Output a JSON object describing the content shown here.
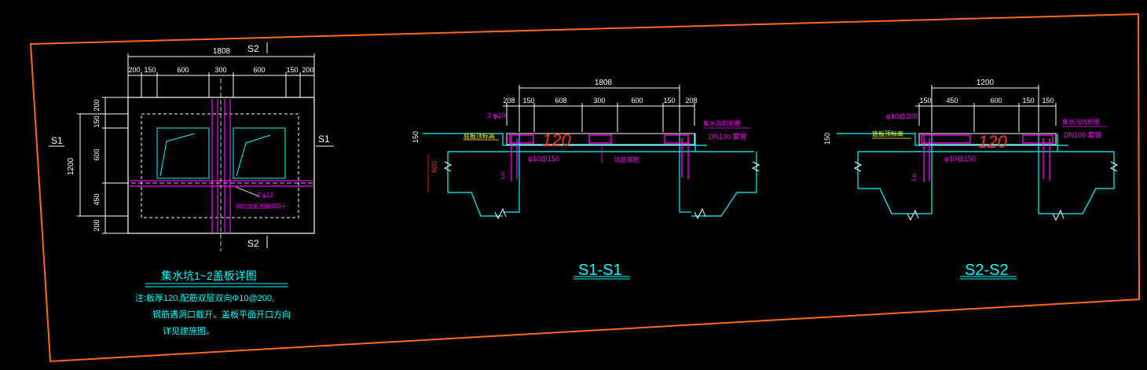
{
  "colors": {
    "background": "#000000",
    "frame": "#ff6a1a",
    "outline": "#ffffff",
    "dimension": "#ffffff",
    "section": "#00ffff",
    "rebar": "#ff00ff",
    "hidden": "#00e0e0",
    "red": "#ff3030",
    "yellow": "#ffff00",
    "title_text": "#d000ff"
  },
  "plan": {
    "top_dims": [
      "200",
      "150",
      "600",
      "300",
      "600",
      "150",
      "200"
    ],
    "overall_top": "1808",
    "left_dims": [
      "200",
      "150",
      "600",
      "450",
      "200"
    ],
    "overall_left": "1200",
    "rebar_note": "2 φ12",
    "hole_note": "洞口加强  图层四四十"
  },
  "section_marks": {
    "s1": "S1",
    "s2": "S2"
  },
  "title": {
    "main": "集水坑1~2盖板详图",
    "note1": "注:板厚120,配筋双层双向Φ10@200,",
    "note2": "钢筋遇洞口截开。盖板平面开口方向",
    "note3": "详见建施图。"
  },
  "section1": {
    "title": "S1-S1",
    "overall": "1808",
    "dims": [
      "208",
      "150",
      "608",
      "300",
      "600",
      "150",
      "208"
    ],
    "rebar_top": "3 φ10",
    "elev_label": "底板顶标高",
    "dim_150": "150",
    "dim_500": "500",
    "rebar_mid": "φ10@150",
    "lo": "Lo",
    "pipe_note": "集水沟坑侧壁",
    "dn_note": "DN100 套管",
    "center_note": "坑底钢筋",
    "big_digits": "120"
  },
  "section2": {
    "title": "S2-S2",
    "overall": "1200",
    "dims": [
      "150",
      "450",
      "600",
      "150",
      "150"
    ],
    "rebar_top": "φ10@200",
    "elev_label": "底板顶标高",
    "dim_150": "150",
    "rebar_mid": "φ10@150",
    "lo": "Lo",
    "pipe_note": "集水沟坑侧壁",
    "dn_note": "DN100 套管",
    "big_digits": "120"
  }
}
